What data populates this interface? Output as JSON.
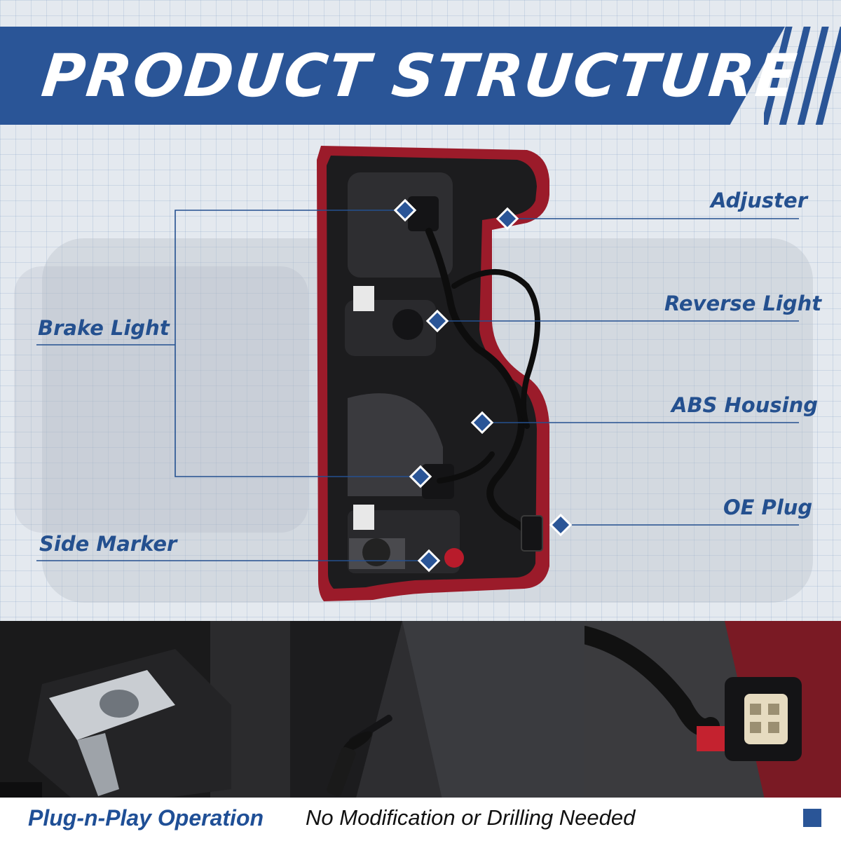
{
  "banner": {
    "title": "PRODUCT STRUCTURE"
  },
  "labels": {
    "adjuster": "Adjuster",
    "reverse_light": "Reverse Light",
    "abs_housing": "ABS Housing",
    "oe_plug": "OE Plug",
    "brake_light": "Brake Light",
    "side_marker": "Side Marker"
  },
  "footer": {
    "title": "Plug-n-Play Operation",
    "text": "No Modification or Drilling Needed"
  },
  "colors": {
    "brand_blue": "#2a5597",
    "label_blue": "#24508f",
    "lens_red": "#9b1b2a",
    "housing_dark": "#1c1c1e"
  },
  "detail_photos": [
    "bracket-clip-photo",
    "adjuster-bolt-photo",
    "connector-plug-photo"
  ]
}
